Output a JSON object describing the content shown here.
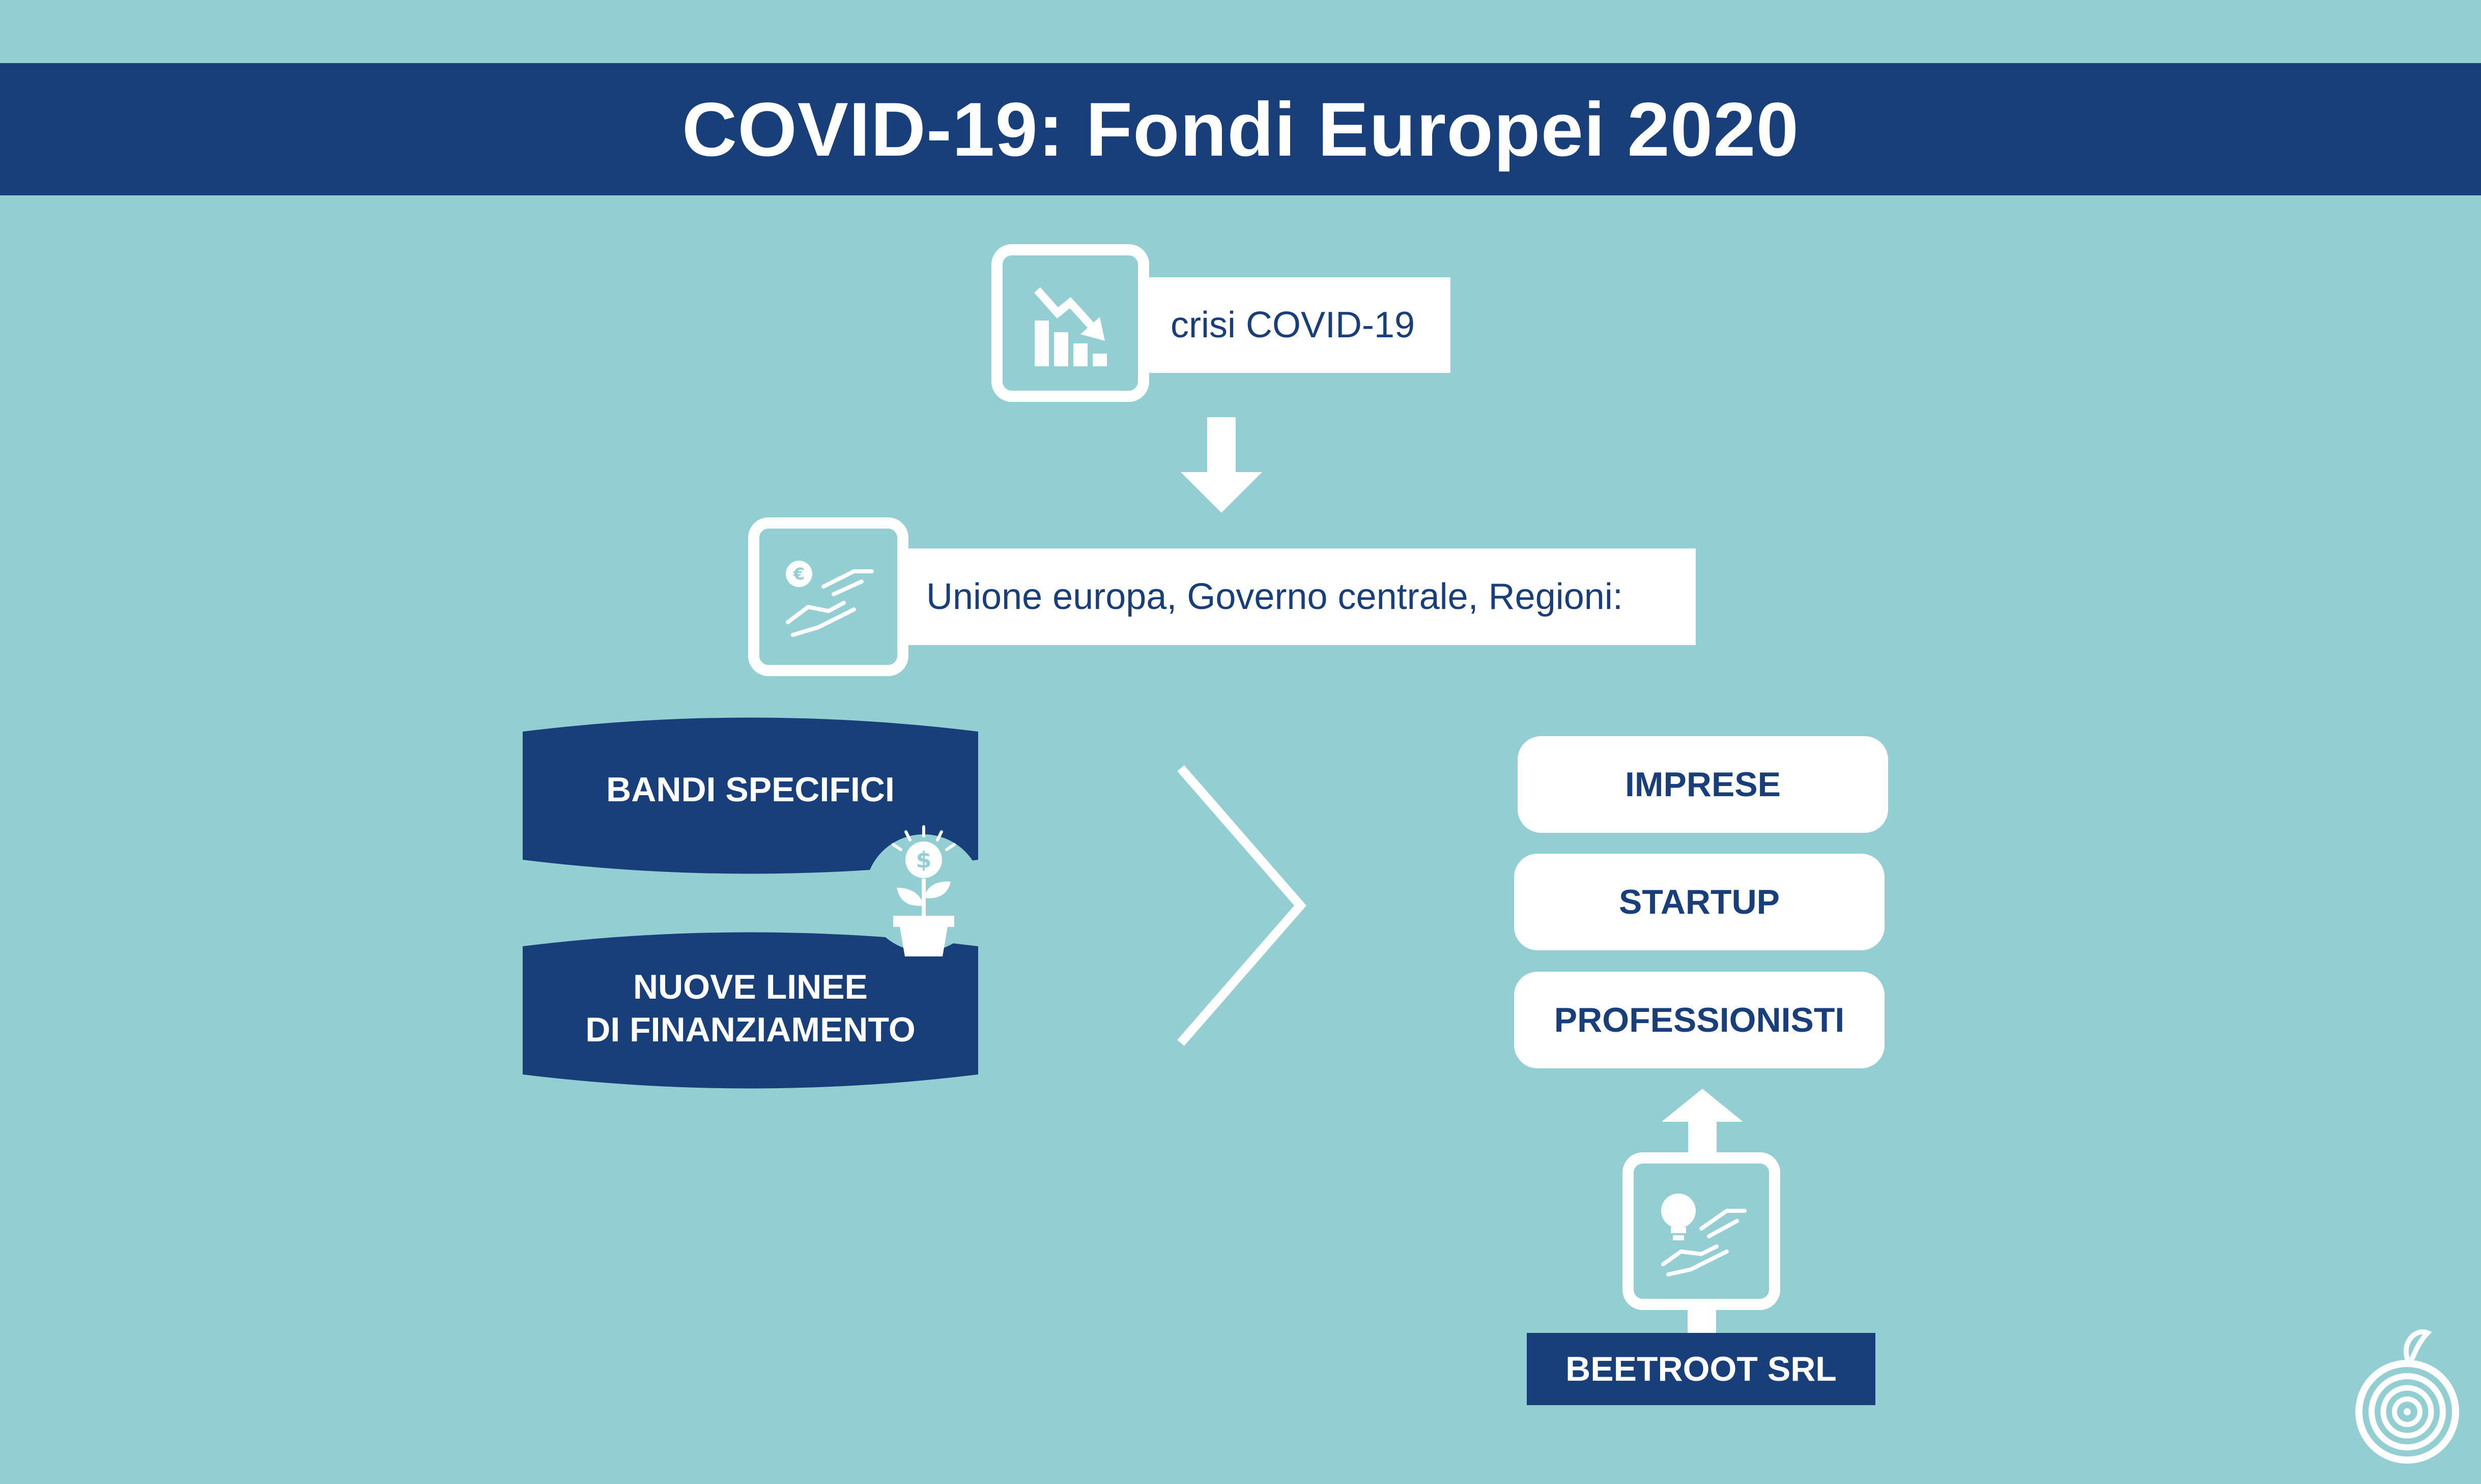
{
  "title": "COVID-19: Fondi Europei 2020",
  "crisis": {
    "label": "crisi COVID-19",
    "icon": "declining-chart-icon"
  },
  "funders": {
    "label": "Unione europa, Governo centrale, Regioni:",
    "icon": "euro-hand-icon"
  },
  "funding_types": [
    {
      "label": "BANDI SPECIFICI"
    },
    {
      "label_line1": "NUOVE LINEE",
      "label_line2": "DI FINANZIAMENTO"
    }
  ],
  "funding_icon": "money-plant-icon",
  "beneficiaries": [
    "IMPRESE",
    "STARTUP",
    "PROFESSIONISTI"
  ],
  "provider": {
    "label": "BEETROOT SRL",
    "icon": "idea-hand-icon"
  },
  "logo": "spiral-logo",
  "colors": {
    "background": "#93cfd2",
    "primary": "#183f7a",
    "white": "#ffffff"
  }
}
